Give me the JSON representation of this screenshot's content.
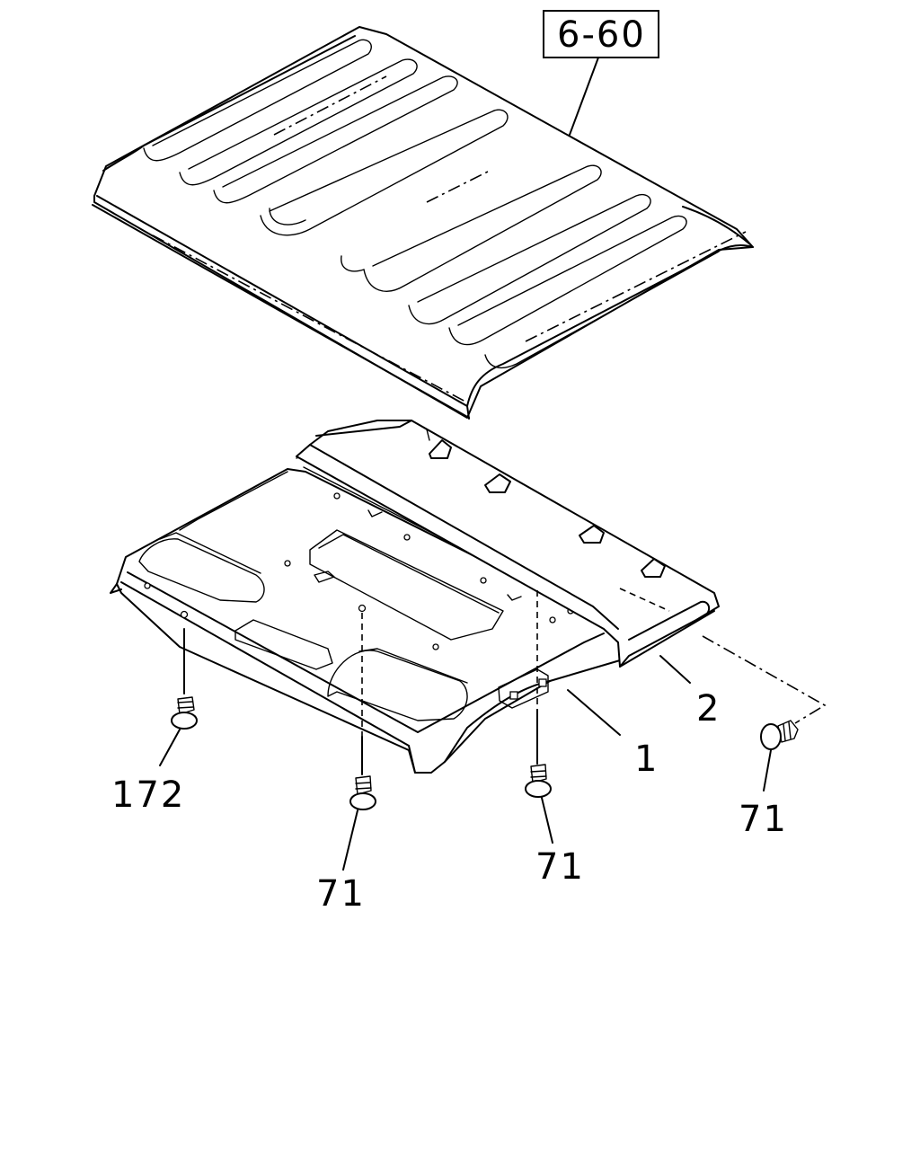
{
  "callouts": {
    "ref_roof": "6-60",
    "headlining": "1",
    "rear_trim": "2",
    "clip_left": "172",
    "clip_center": "71",
    "clip_mid_right": "71",
    "clip_far_right": "71"
  }
}
